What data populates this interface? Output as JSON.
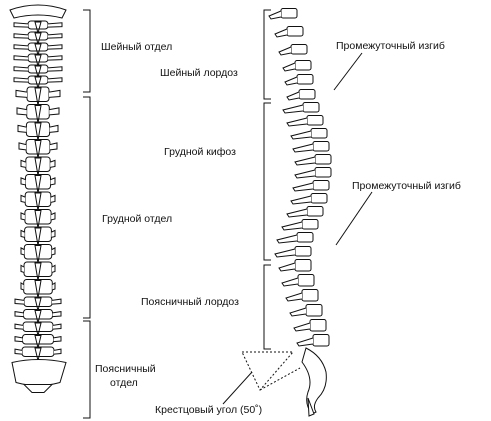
{
  "front_view": {
    "cervical_label": "Шейный отдел",
    "thoracic_label": "Грудной отдел",
    "lumbar_label_line1": "Поясничный",
    "lumbar_label_line2": "отдел"
  },
  "side_view": {
    "cervical_lordosis_label": "Шейный лордоз",
    "thoracic_kyphosis_label": "Грудной кифоз",
    "lumbar_lordosis_label": "Поясничный лордоз",
    "upper_transition_label": "Промежуточный изгиб",
    "lower_transition_label": "Промежуточный изгиб",
    "sacral_angle_label": "Крестцовый угол (50˚)"
  },
  "colors": {
    "line": "#111111",
    "background": "#ffffff"
  }
}
